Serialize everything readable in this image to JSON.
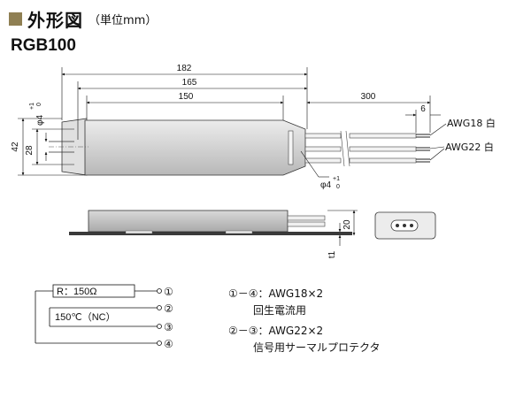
{
  "header": {
    "title": "外形図",
    "unit": "（単位mm）",
    "model": "RGB100"
  },
  "dimensions": {
    "overall_length": "182",
    "mid_length": "165",
    "body_length": "150",
    "lead_length": "300",
    "strip_length": "6",
    "height": "42",
    "inner_height": "28",
    "side_height": "20",
    "base_thickness": "t1",
    "hole_left": "φ4",
    "hole_right": "φ4",
    "hole_tol_plus": "+1",
    "hole_tol_zero": "0"
  },
  "wires": {
    "awg18": "AWG18 白",
    "awg22": "AWG22 白"
  },
  "schematic": {
    "resistor": "R：150Ω",
    "thermal": "150℃（NC）",
    "terminals": [
      "①",
      "②",
      "③",
      "④"
    ]
  },
  "legend": [
    {
      "pins": "①－④：AWG18×2",
      "desc": "回生電流用"
    },
    {
      "pins": "②－③：AWG22×2",
      "desc": "信号用サーマルプロテクタ"
    }
  ]
}
